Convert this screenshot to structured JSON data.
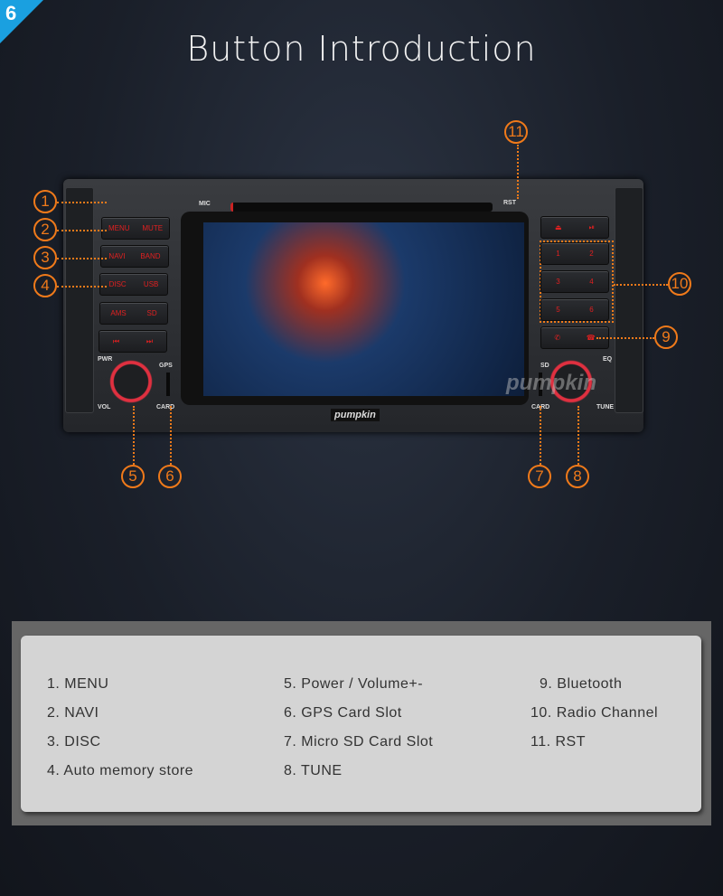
{
  "badge": "6",
  "title": "Button Introduction",
  "device": {
    "mic": "MIC",
    "rst": "RST",
    "pwr": "PWR",
    "vol": "VOL",
    "gps": "GPS",
    "card": "CARD",
    "sd": "SD",
    "eq": "EQ",
    "tune": "TUNE",
    "logo": "pumpkin",
    "left_buttons": [
      [
        "MENU",
        "MUTE"
      ],
      [
        "NAVI",
        "BAND"
      ],
      [
        "DISC",
        "USB"
      ],
      [
        "AMS",
        "SD"
      ],
      [
        "⏮",
        "⏭"
      ]
    ],
    "right_buttons": [
      [
        "⏏",
        "⏯"
      ],
      [
        "1",
        "2"
      ],
      [
        "3",
        "4"
      ],
      [
        "5",
        "6"
      ],
      [
        "✆",
        "☎"
      ]
    ]
  },
  "callouts": [
    "1",
    "2",
    "3",
    "4",
    "5",
    "6",
    "7",
    "8",
    "9",
    "10",
    "11"
  ],
  "legend": {
    "col1": [
      "1. MENU",
      "2. NAVI",
      "3. DISC",
      "4. Auto memory store"
    ],
    "col2": [
      "5. Power / Volume+-",
      "6. GPS Card Slot",
      "7. Micro SD Card Slot",
      "8. TUNE"
    ],
    "col3": [
      "9. Bluetooth",
      "10. Radio Channel",
      "11. RST"
    ]
  },
  "colors": {
    "accent": "#f07a1a",
    "badge": "#1aa0e0",
    "button_text": "#e02020"
  }
}
